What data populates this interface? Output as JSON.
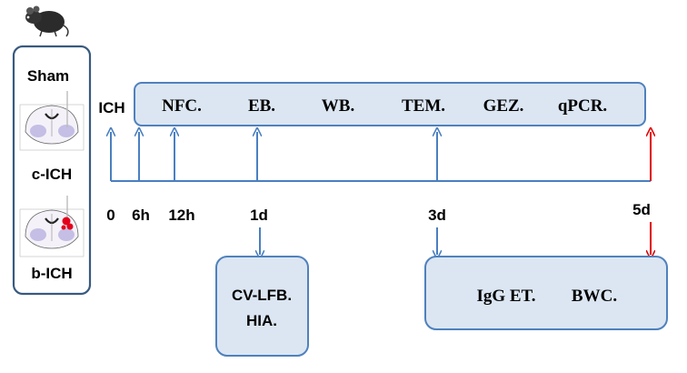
{
  "groups": {
    "items": [
      {
        "label": "Sham"
      },
      {
        "label": "c-ICH"
      },
      {
        "label": "b-ICH"
      }
    ]
  },
  "timeline": {
    "start_label": "ICH",
    "ticks": [
      "0",
      "6h",
      "12h",
      "1d",
      "3d",
      "5d"
    ]
  },
  "top_panel": {
    "assays": [
      "NFC.",
      "EB.",
      "WB.",
      "TEM.",
      "GEZ.",
      "qPCR."
    ]
  },
  "bottom_left_panel": {
    "assays": [
      "CV-LFB.",
      "HIA."
    ]
  },
  "bottom_right_panel": {
    "assays": [
      "IgG ET.",
      "BWC."
    ]
  },
  "colors": {
    "arrow_blue": "#4a7fc1",
    "panel_fill": "#dce6f2",
    "panel_stroke": "#4f81bd",
    "group_box_stroke": "#385a80",
    "red_arrow": "#e00000",
    "lesion": "#e3001b",
    "brain_tint": "#b9b0e0"
  }
}
